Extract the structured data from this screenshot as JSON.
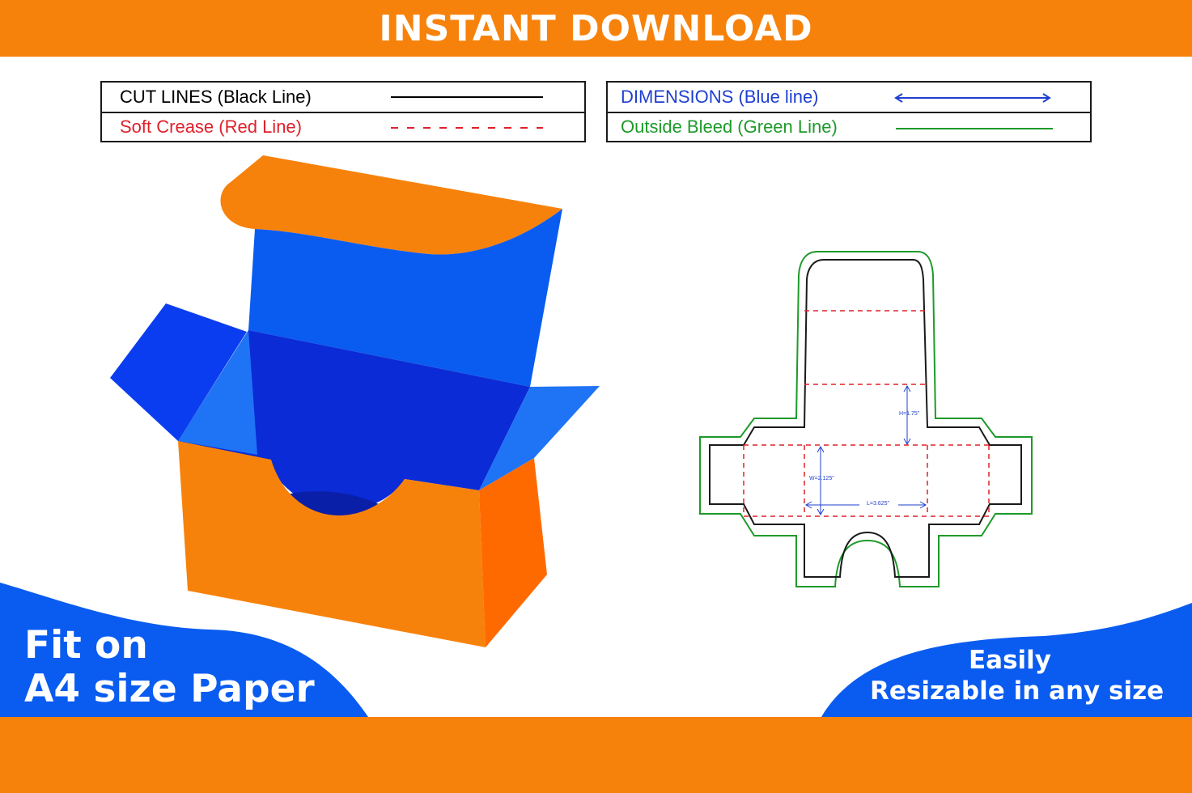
{
  "header": {
    "title": "INSTANT DOWNLOAD"
  },
  "legend_left": {
    "cut_lines": "CUT LINES (Black Line)",
    "soft_crease": "Soft Crease (Red Line)"
  },
  "legend_right": {
    "dimensions": "DIMENSIONS (Blue line)",
    "outside_bleed": "Outside Bleed (Green Line)"
  },
  "dieline": {
    "height_label": "H=1.75\"",
    "width_label": "W=2.125\"",
    "length_label": "L=3.625\""
  },
  "badges": {
    "fit_line1": "Fit on",
    "fit_line2": "A4 size Paper",
    "resize_line1": "Easily",
    "resize_line2": "Resizable in any size"
  },
  "colors": {
    "orange": "#f7820b",
    "blue": "#0a5cf0",
    "dark_blue": "#0a2bd6",
    "cut": "#1a1a1a",
    "crease": "#e0202a",
    "dimension": "#1f3fcf",
    "bleed": "#1e9a2a"
  }
}
